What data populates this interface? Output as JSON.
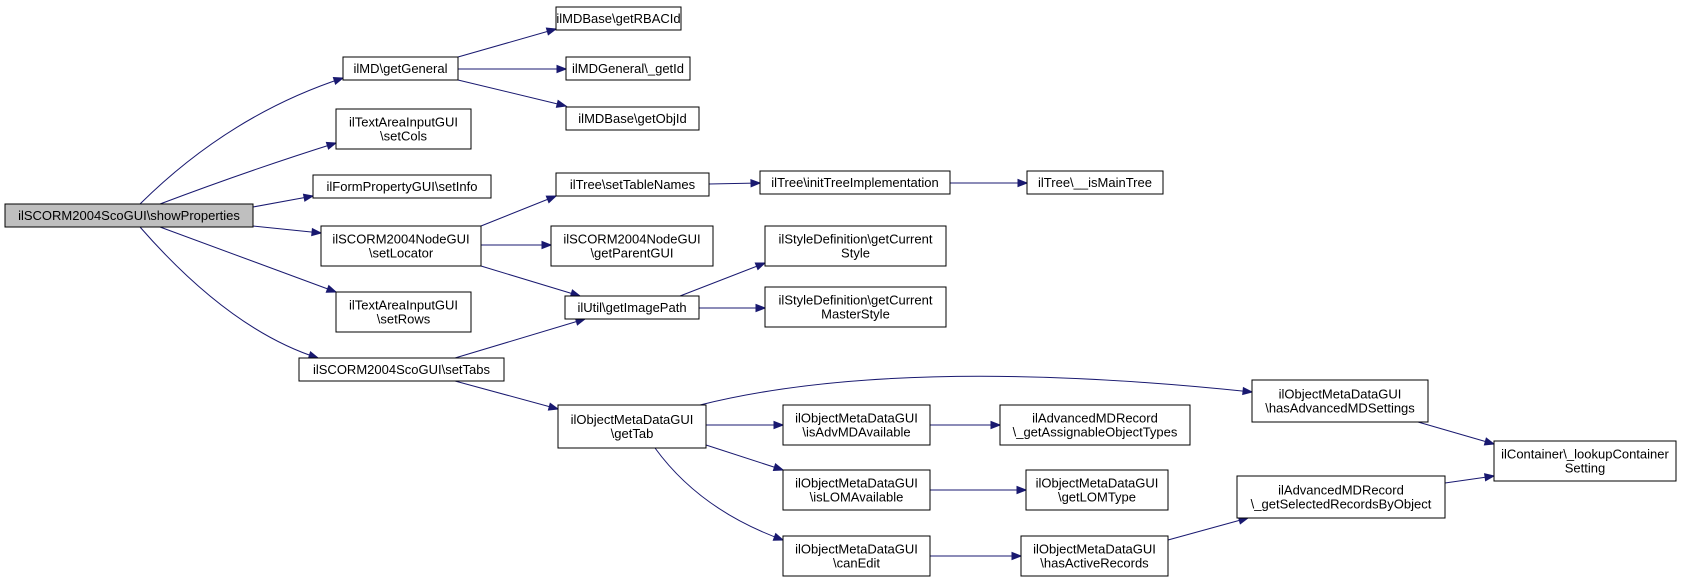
{
  "nodes": [
    {
      "id": "root",
      "lines": [
        "ilSCORM2004ScoGUI\\showProperties"
      ],
      "root": true
    },
    {
      "id": "imd_getgeneral",
      "lines": [
        "ilMD\\getGeneral"
      ]
    },
    {
      "id": "textarea_setcols",
      "lines": [
        "ilTextAreaInputGUI",
        "\\setCols"
      ]
    },
    {
      "id": "formprop_setinfo",
      "lines": [
        "ilFormPropertyGUI\\setInfo"
      ]
    },
    {
      "id": "nodegui_setlocator",
      "lines": [
        "ilSCORM2004NodeGUI",
        "\\setLocator"
      ]
    },
    {
      "id": "textarea_setrows",
      "lines": [
        "ilTextAreaInputGUI",
        "\\setRows"
      ]
    },
    {
      "id": "scogui_settabs",
      "lines": [
        "ilSCORM2004ScoGUI\\setTabs"
      ]
    },
    {
      "id": "mdbase_getrbacid",
      "lines": [
        "ilMDBase\\getRBACId"
      ]
    },
    {
      "id": "mdgeneral_getid",
      "lines": [
        "ilMDGeneral\\_getId"
      ]
    },
    {
      "id": "mdbase_getobjid",
      "lines": [
        "ilMDBase\\getObjId"
      ]
    },
    {
      "id": "tree_settablenames",
      "lines": [
        "ilTree\\setTableNames"
      ]
    },
    {
      "id": "nodegui_getparentgui",
      "lines": [
        "ilSCORM2004NodeGUI",
        "\\getParentGUI"
      ]
    },
    {
      "id": "util_getimagepath",
      "lines": [
        "ilUtil\\getImagePath"
      ]
    },
    {
      "id": "tree_inittreeimpl",
      "lines": [
        "ilTree\\initTreeImplementation"
      ]
    },
    {
      "id": "tree_ismaintree",
      "lines": [
        "ilTree\\__isMainTree"
      ]
    },
    {
      "id": "styledef_getcurrentstyle",
      "lines": [
        "ilStyleDefinition\\getCurrent",
        "Style"
      ]
    },
    {
      "id": "styledef_getcurrentmasterstyle",
      "lines": [
        "ilStyleDefinition\\getCurrent",
        "MasterStyle"
      ]
    },
    {
      "id": "omdgui_gettab",
      "lines": [
        "ilObjectMetaDataGUI",
        "\\getTab"
      ]
    },
    {
      "id": "omdgui_hasadvmdsettings",
      "lines": [
        "ilObjectMetaDataGUI",
        "\\hasAdvancedMDSettings"
      ]
    },
    {
      "id": "omdgui_isadvmdavailable",
      "lines": [
        "ilObjectMetaDataGUI",
        "\\isAdvMDAvailable"
      ]
    },
    {
      "id": "advmdrecord_getassignable",
      "lines": [
        "ilAdvancedMDRecord",
        "\\_getAssignableObjectTypes"
      ]
    },
    {
      "id": "container_lookupsetting",
      "lines": [
        "ilContainer\\_lookupContainer",
        "Setting"
      ]
    },
    {
      "id": "omdgui_islomavailable",
      "lines": [
        "ilObjectMetaDataGUI",
        "\\isLOMAvailable"
      ]
    },
    {
      "id": "omdgui_getlomtype",
      "lines": [
        "ilObjectMetaDataGUI",
        "\\getLOMType"
      ]
    },
    {
      "id": "advmdrecord_getselected",
      "lines": [
        "ilAdvancedMDRecord",
        "\\_getSelectedRecordsByObject"
      ]
    },
    {
      "id": "omdgui_canedit",
      "lines": [
        "ilObjectMetaDataGUI",
        "\\canEdit"
      ]
    },
    {
      "id": "omdgui_hasactiverecords",
      "lines": [
        "ilObjectMetaDataGUI",
        "\\hasActiveRecords"
      ]
    }
  ],
  "edges": [
    {
      "from": "root",
      "to": "imd_getgeneral"
    },
    {
      "from": "root",
      "to": "textarea_setcols"
    },
    {
      "from": "root",
      "to": "formprop_setinfo"
    },
    {
      "from": "root",
      "to": "nodegui_setlocator"
    },
    {
      "from": "root",
      "to": "textarea_setrows"
    },
    {
      "from": "root",
      "to": "scogui_settabs"
    },
    {
      "from": "imd_getgeneral",
      "to": "mdbase_getrbacid"
    },
    {
      "from": "imd_getgeneral",
      "to": "mdgeneral_getid"
    },
    {
      "from": "imd_getgeneral",
      "to": "mdbase_getobjid"
    },
    {
      "from": "nodegui_setlocator",
      "to": "tree_settablenames"
    },
    {
      "from": "nodegui_setlocator",
      "to": "nodegui_getparentgui"
    },
    {
      "from": "nodegui_setlocator",
      "to": "util_getimagepath"
    },
    {
      "from": "scogui_settabs",
      "to": "util_getimagepath"
    },
    {
      "from": "scogui_settabs",
      "to": "omdgui_gettab"
    },
    {
      "from": "tree_settablenames",
      "to": "tree_inittreeimpl"
    },
    {
      "from": "tree_inittreeimpl",
      "to": "tree_ismaintree"
    },
    {
      "from": "util_getimagepath",
      "to": "styledef_getcurrentstyle"
    },
    {
      "from": "util_getimagepath",
      "to": "styledef_getcurrentmasterstyle"
    },
    {
      "from": "omdgui_gettab",
      "to": "omdgui_hasadvmdsettings"
    },
    {
      "from": "omdgui_gettab",
      "to": "omdgui_isadvmdavailable"
    },
    {
      "from": "omdgui_gettab",
      "to": "omdgui_islomavailable"
    },
    {
      "from": "omdgui_gettab",
      "to": "omdgui_canedit"
    },
    {
      "from": "omdgui_isadvmdavailable",
      "to": "advmdrecord_getassignable"
    },
    {
      "from": "omdgui_islomavailable",
      "to": "omdgui_getlomtype"
    },
    {
      "from": "omdgui_canedit",
      "to": "omdgui_hasactiverecords"
    },
    {
      "from": "omdgui_hasactiverecords",
      "to": "advmdrecord_getselected"
    },
    {
      "from": "omdgui_hasadvmdsettings",
      "to": "container_lookupsetting"
    },
    {
      "from": "advmdrecord_getselected",
      "to": "container_lookupsetting"
    }
  ],
  "colors": {
    "edge": "#191970",
    "root_fill": "#bfbfbf",
    "node_fill": "#ffffff",
    "node_border": "#000000"
  }
}
